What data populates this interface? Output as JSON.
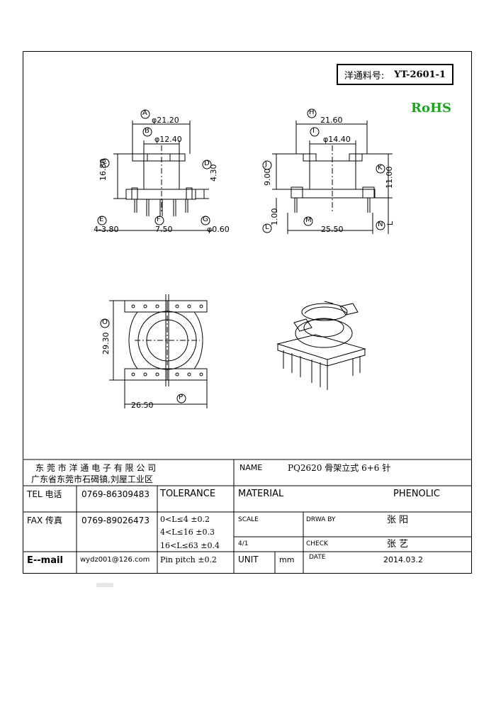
{
  "part_label": "洋通料号:",
  "part_number": "YT-2601-1",
  "rohs": "RoHS",
  "dims": {
    "A_value": "φ21.20",
    "B_value": "φ12.40",
    "C_value": "16.80",
    "D_value": "4.30",
    "E_value": "4-3.80",
    "F_value": "7.50",
    "G_value": "φ0.60",
    "H_value": "21.60",
    "I_value": "φ14.40",
    "J_value": "9.00",
    "K_value": "11.00",
    "L_value": "1.00",
    "M_value": "25.50",
    "N_value": "L",
    "O_value": "29.30",
    "P_value": "26.50"
  },
  "labels": {
    "A": "A",
    "B": "B",
    "C": "C",
    "D": "D",
    "E": "E",
    "F": "F",
    "G": "G",
    "H": "H",
    "I": "I",
    "J": "J",
    "K": "K",
    "L": "L",
    "M": "M",
    "N": "N",
    "O": "O",
    "P": "P"
  },
  "title_block": {
    "company": "东 莞 市 洋 通 电 子 有 限 公 司",
    "address": "广东省东莞市石碣镇,刘屋工业区",
    "name_label": "NAME",
    "name_value": "PQ2620 骨架立式 6+6 针",
    "tel_label": "TEL 电话",
    "tel_value": "0769-86309483",
    "tolerance_label": "TOLERANCE",
    "material_label": "MATERIAL",
    "material_value": "PHENOLIC",
    "fax_label": "FAX 传真",
    "fax_value": "0769-89026473",
    "tol_1": "0<L≤4   ±0.2",
    "tol_2": "4<L≤16  ±0.3",
    "tol_3": "16<L≤63 ±0.4",
    "tol_4": "Pin pitch ±0.2",
    "scale_label": "SCALE",
    "drawby_label": "DRWA BY",
    "drawby_value": "张 阳",
    "scale_value": "4/1",
    "check_label": "CHECK",
    "check_value": "张 艺",
    "email_label": "E--mail",
    "email_value": "wydz001@126.com",
    "unit_label": "UNIT",
    "unit_value": "mm",
    "date_label": "DATE",
    "date_value": "2014.03.2"
  }
}
